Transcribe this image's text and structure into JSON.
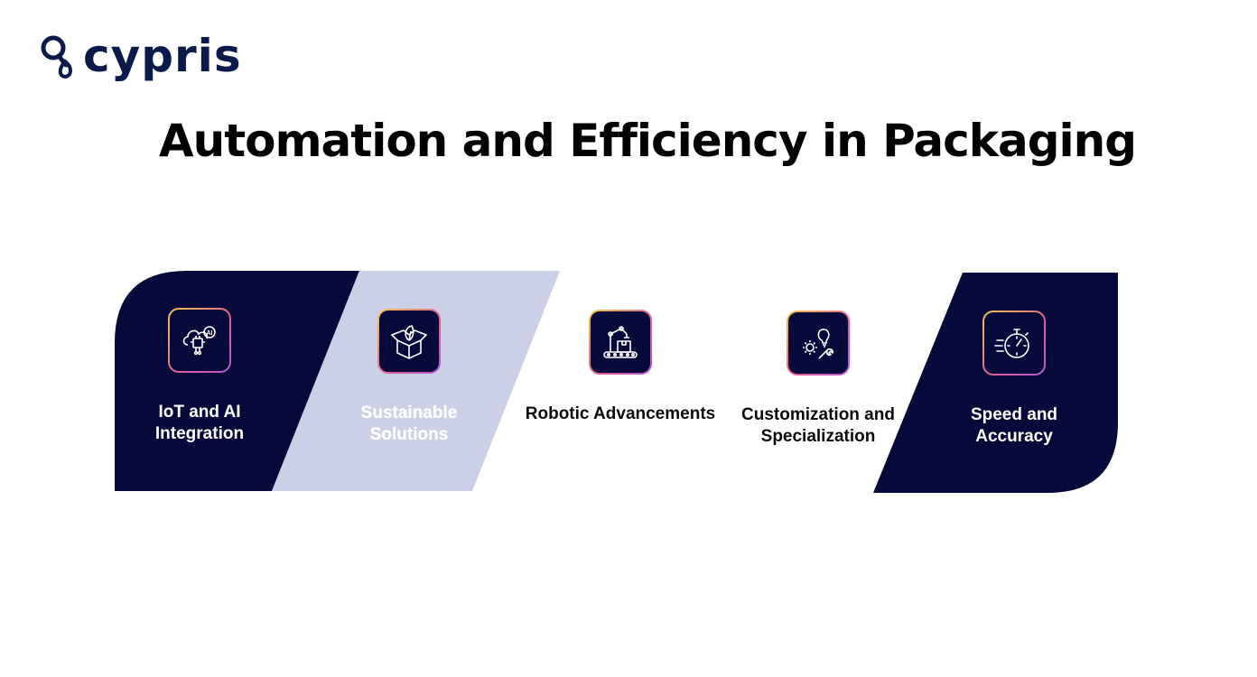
{
  "brand": {
    "name": "cypris"
  },
  "title": "Automation and Efficiency in Packaging",
  "colors": {
    "navy": "#060a3a",
    "lavender": "#ccd0e6",
    "gradient_start": "#f2c84b",
    "gradient_end": "#c25bd0"
  },
  "items": [
    {
      "label": "IoT and AI Integration",
      "icon": "cloud-chip-ai-icon",
      "icon_text": "AI"
    },
    {
      "label": "Sustainable Solutions",
      "icon": "box-leaf-icon"
    },
    {
      "label": "Robotic Advancements",
      "icon": "robot-arm-conveyor-icon"
    },
    {
      "label": "Customization and Specialization",
      "icon": "gear-bulb-wrench-icon"
    },
    {
      "label": "Speed and Accuracy",
      "icon": "stopwatch-icon"
    }
  ]
}
